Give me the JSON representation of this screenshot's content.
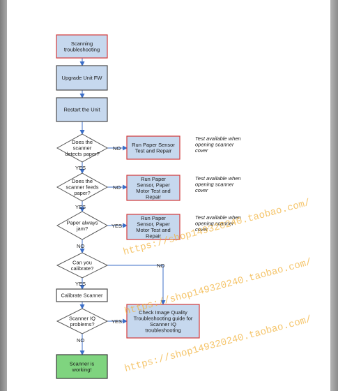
{
  "nodes": {
    "start": [
      "Scanning",
      "troubleshooting"
    ],
    "upgrade": [
      "Upgrade Unit FW"
    ],
    "restart": [
      "Restart the Unit"
    ],
    "q_detect": [
      "Does the",
      "scanner",
      "detects paper?"
    ],
    "a_sensor": [
      "Run Paper Sensor",
      "Test and Repair"
    ],
    "q_feed": [
      "Does the",
      "scanner feeds",
      "paper?"
    ],
    "a_motor1": [
      "Run Paper",
      "Sensor, Paper",
      "Motor Test and",
      "Repair"
    ],
    "q_jam": [
      "Paper always",
      "jam?"
    ],
    "a_motor2": [
      "Run Paper",
      "Sensor, Paper",
      "Motor Test and",
      "Repair"
    ],
    "q_calibrate": [
      "Can you",
      "calibrate?"
    ],
    "calibrate": [
      "Calibrate Scanner"
    ],
    "q_iq": [
      "Scanner IQ",
      "problems?"
    ],
    "a_iq": [
      "Check Image Quality",
      "Troubleshooting guide for",
      "Scanner IQ",
      "troubleshooting"
    ],
    "end": [
      "Scanner is",
      "working!"
    ]
  },
  "notes": {
    "n1": [
      "Test available when",
      "opening scanner",
      "cover"
    ],
    "n2": [
      "Test available when",
      "opening scanner",
      "cover"
    ],
    "n3": [
      "Test available when",
      "opening scanner",
      "cover"
    ]
  },
  "edge_labels": {
    "yes": "YES",
    "no": "NO"
  },
  "watermark": "https://shop149320240.taobao.com/",
  "colors": {
    "box_fill": "#c6d8ee",
    "box_stroke": "#4a4a4a",
    "start_stroke": "#d23a3a",
    "end_fill": "#7fd47f",
    "end_stroke": "#3a3a3a",
    "arrow": "#3b6ec7",
    "diamond_fill": "#ffffff"
  }
}
